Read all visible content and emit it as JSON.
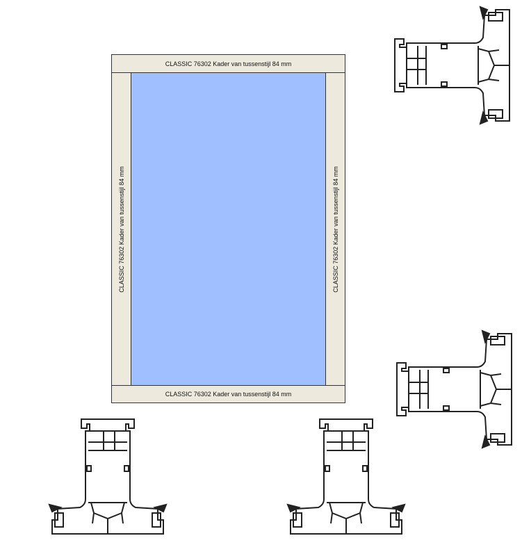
{
  "frame": {
    "top_label": "CLASSIC 76302 Kader van tussenstijl 84 mm",
    "bottom_label": "CLASSIC 76302 Kader van tussenstijl 84 mm",
    "left_label": "CLASSIC 76302 Kader van tussenstijl 84 mm",
    "right_label": "CLASSIC 76302 Kader van tussenstijl 84 mm"
  },
  "colors": {
    "glass": "#9fbfff",
    "frame": "#ede9dc"
  }
}
